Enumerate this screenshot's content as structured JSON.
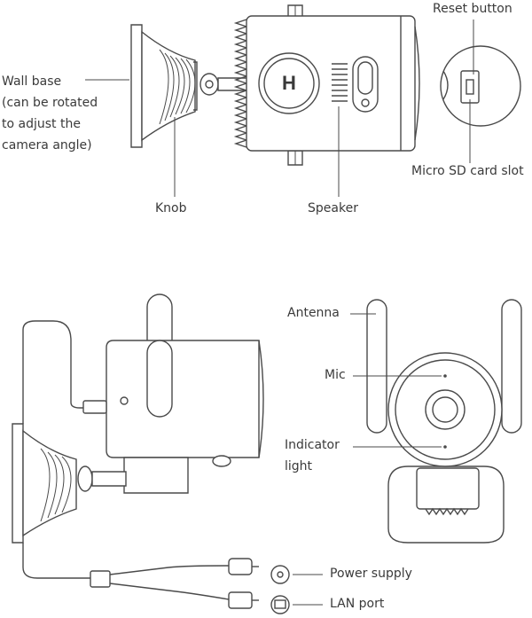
{
  "labels": {
    "reset_button": "Reset button",
    "wall_base_1": "Wall base",
    "wall_base_2": "(can be rotated",
    "wall_base_3": "to adjust the",
    "wall_base_4": "camera angle)",
    "micro_sd": "Micro SD card slot",
    "knob": "Knob",
    "speaker": "Speaker",
    "antenna": "Antenna",
    "mic": "Mic",
    "indicator_1": "Indicator",
    "indicator_2": "light",
    "power_supply": "Power supply",
    "lan_port": "LAN port"
  },
  "camera_logo": "H",
  "colors": {
    "line": "#4a4a4a",
    "text": "#3a3a3a",
    "background": "#ffffff"
  }
}
